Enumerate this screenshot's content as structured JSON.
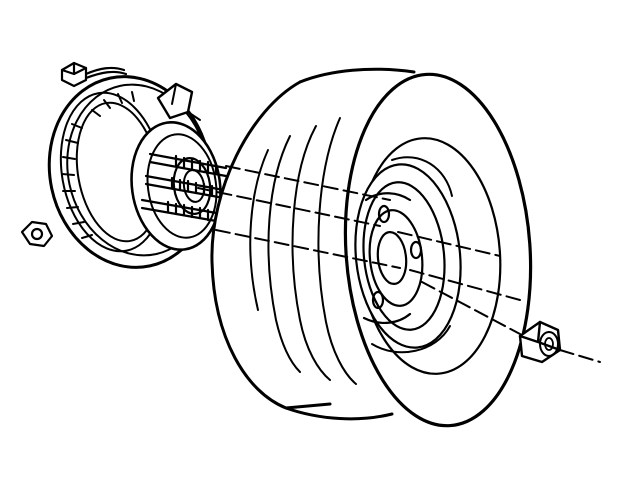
{
  "diagram": {
    "kind": "exploded-assembly line drawing",
    "background_color": "#ffffff",
    "line_color": "#000000",
    "parts": [
      {
        "id": "hub-bearing-assembly",
        "icon": "hub-bearing-icon"
      },
      {
        "id": "wheel-studs",
        "icon": "stud-icon",
        "count": 3
      },
      {
        "id": "wheel-and-tire-assembly",
        "icon": "tire-icon"
      },
      {
        "id": "lug-nut",
        "icon": "lug-nut-icon"
      },
      {
        "id": "alignment-centerline",
        "icon": "dashed-line-icon"
      }
    ]
  }
}
